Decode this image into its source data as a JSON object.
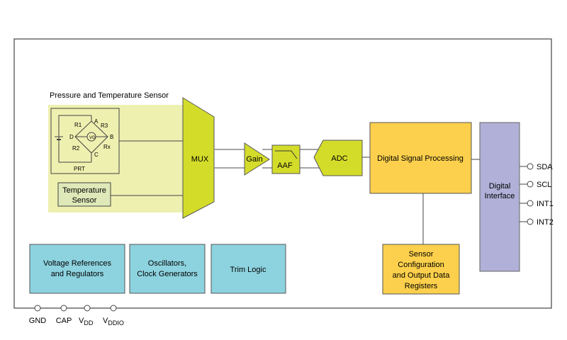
{
  "sensor_group_title": "Pressure and Temperature Sensor",
  "prt": {
    "label": "PRT",
    "nodes": [
      "A",
      "B",
      "C",
      "D"
    ],
    "resistors": [
      "R1",
      "R2",
      "R3",
      "Rx"
    ],
    "meter": "VG"
  },
  "temperature_sensor": [
    "Temperature",
    "Sensor"
  ],
  "mux": "MUX",
  "gain": "Gain",
  "aaf": "AAF",
  "adc": "ADC",
  "dsp": "Digital Signal Processing",
  "digital_interface": [
    "Digital",
    "Interface"
  ],
  "sensor_config": [
    "Sensor",
    "Configuration",
    "and Output Data",
    "Registers"
  ],
  "voltage_ref": [
    "Voltage References",
    "and Regulators"
  ],
  "oscillators": [
    "Oscillators,",
    "Clock Generators"
  ],
  "trim": "Trim Logic",
  "right_pins": [
    "SDA",
    "SCL",
    "INT1",
    "INT2"
  ],
  "bottom_pins": [
    {
      "main": "GND",
      "sub": ""
    },
    {
      "main": "CAP",
      "sub": ""
    },
    {
      "main": "V",
      "sub": "DD"
    },
    {
      "main": "V",
      "sub": "DDIO"
    }
  ],
  "colors": {
    "green": "#d4dc2a",
    "light_green": "#eef0b0",
    "yellow": "#fcd04c",
    "lavender": "#b0b0d8",
    "cyan": "#8dd3df",
    "temp_box": "#dfe8b8"
  }
}
